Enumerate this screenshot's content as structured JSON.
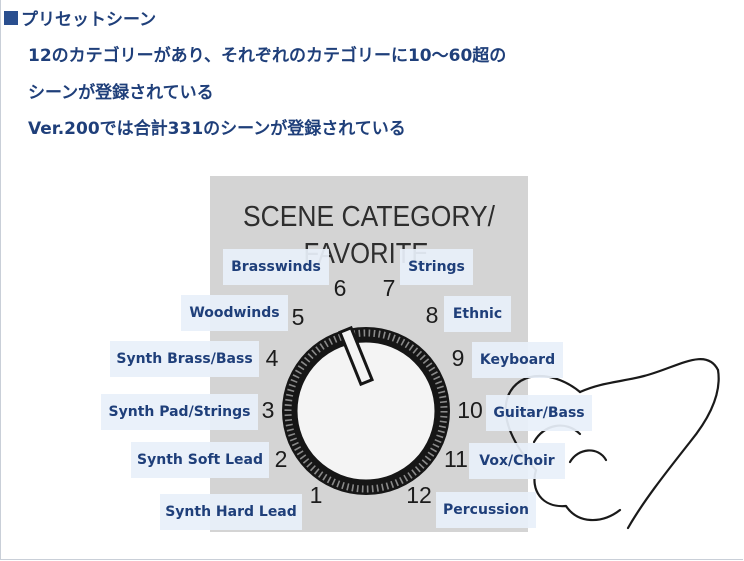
{
  "heading": "プリセットシーン",
  "description_lines": [
    "12のカテゴリーがあり、それぞれのカテゴリーに10〜60超の",
    "シーンが登録されている",
    "Ver.200では合計331のシーンが登録されている"
  ],
  "panel": {
    "title_line1": "SCENE CATEGORY/",
    "title_line2": "FAVORITE"
  },
  "dial_numbers": [
    "1",
    "2",
    "3",
    "4",
    "5",
    "6",
    "7",
    "8",
    "9",
    "10",
    "11",
    "12"
  ],
  "categories": [
    "Synth Hard Lead",
    "Synth Soft Lead",
    "Synth Pad/Strings",
    "Synth Brass/Bass",
    "Woodwinds",
    "Brasswinds",
    "Strings",
    "Ethnic",
    "Keyboard",
    "Guitar/Bass",
    "Vox/Choir",
    "Percussion"
  ],
  "colors": {
    "text_blue": "#1f3f7a",
    "label_bg": "#e8f0fa",
    "panel_gray": "#d4d4d4"
  }
}
